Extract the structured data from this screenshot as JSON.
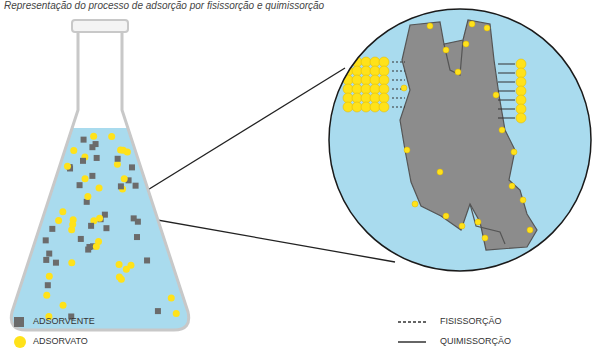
{
  "diagram": {
    "title": "Representação do processo de adsorção por fisissorção e quimissorção",
    "legend": [
      {
        "text": "ADSORVENTE",
        "color": "#6b6b6b"
      },
      {
        "text": "ADSORVATO",
        "color": "#ffe21a"
      },
      {
        "text": "FISISSORÇÃO"
      },
      {
        "text": "QUIMISSORÇÃO"
      }
    ]
  }
}
